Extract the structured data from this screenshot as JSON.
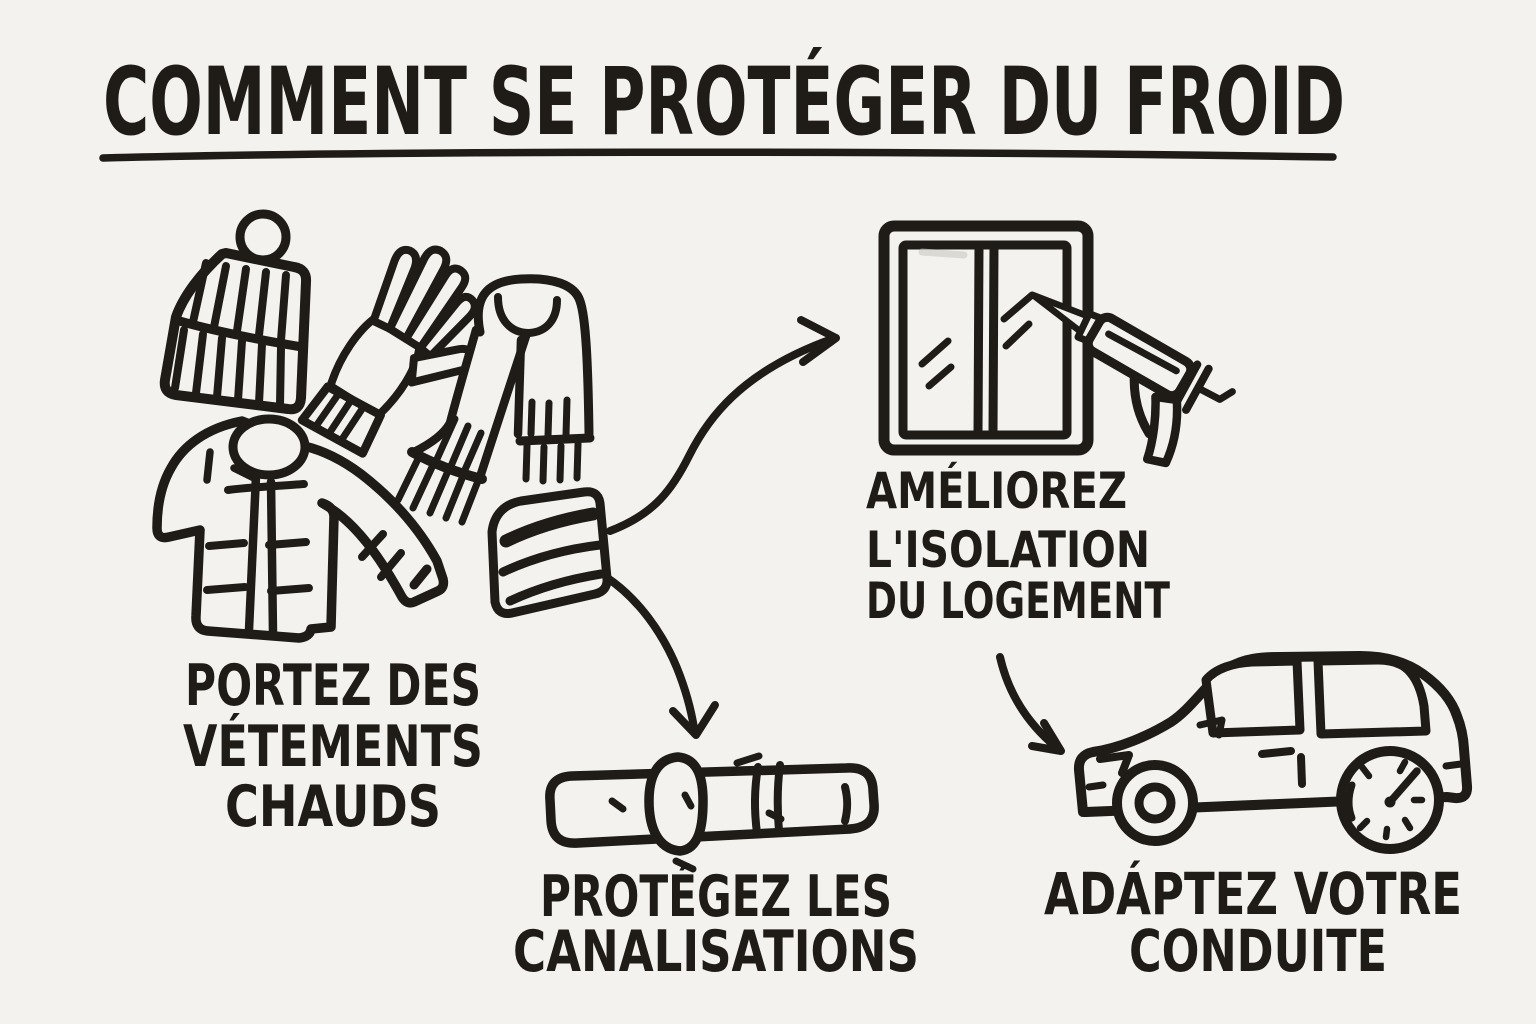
{
  "colors": {
    "paper": "#f3f2ee",
    "ink": "#1f1c18"
  },
  "title": {
    "text": "COMMENT SE PROTÉGER DU FROID"
  },
  "sections": [
    {
      "id": "warm-clothes",
      "caption_lines": [
        "PORTEZ DES",
        "VÉTEMENTS",
        "CHAUDS"
      ],
      "illustrations": [
        "bobble-hat",
        "glove",
        "scarf",
        "winter-coat",
        "knit-cap"
      ]
    },
    {
      "id": "home-insulation",
      "caption_lines": [
        "AMÉLIOREZ",
        "L'ISOLATION",
        "DU LOGEMENT"
      ],
      "illustrations": [
        "double-window",
        "caulk-gun"
      ]
    },
    {
      "id": "pipe-protection",
      "caption_lines": [
        "PROTÉGEZ LES",
        "CANALISATIONS"
      ],
      "illustrations": [
        "insulated-pipe"
      ]
    },
    {
      "id": "driving",
      "caption_lines": [
        "ADÁPTEZ VOTRE",
        "CONDUITE"
      ],
      "illustrations": [
        "car-with-gauge-wheel"
      ]
    }
  ],
  "connections": [
    {
      "from": "warm-clothes",
      "to": "home-insulation"
    },
    {
      "from": "warm-clothes",
      "to": "pipe-protection"
    },
    {
      "from": "home-insulation",
      "to": "driving"
    }
  ]
}
